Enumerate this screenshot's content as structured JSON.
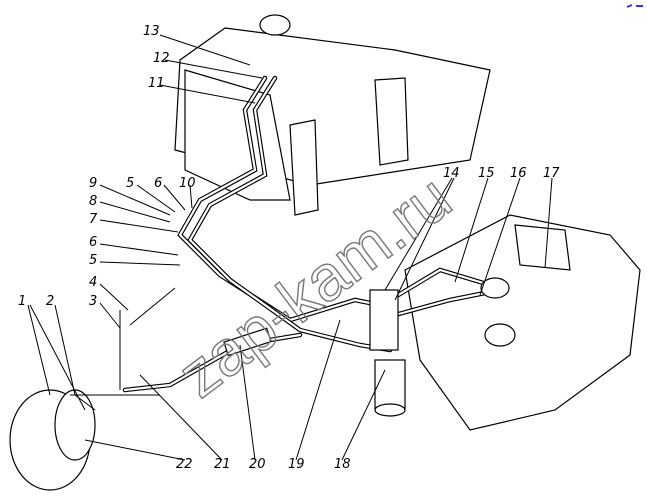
{
  "diagram": {
    "watermark": "zap-kam.ru",
    "callouts": [
      "1",
      "2",
      "3",
      "4",
      "5",
      "6",
      "7",
      "8",
      "9",
      "10",
      "11",
      "12",
      "13",
      "14",
      "15",
      "16",
      "17",
      "18",
      "19",
      "20",
      "21",
      "22",
      "5",
      "6"
    ],
    "accent_mark_color": "#3333ff"
  }
}
